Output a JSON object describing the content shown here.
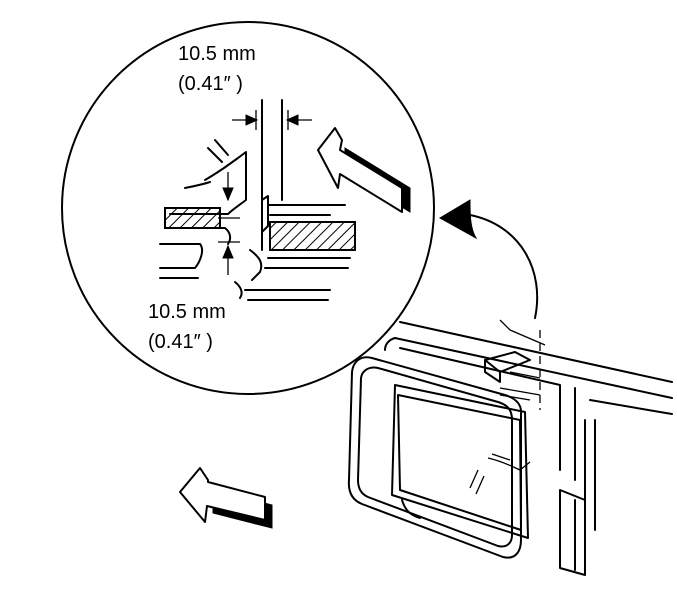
{
  "labels": {
    "top_dim_mm": "10.5 mm",
    "top_dim_in": "(0.41″ )",
    "bottom_dim_mm": "10.5 mm",
    "bottom_dim_in": "(0.41″ )"
  }
}
